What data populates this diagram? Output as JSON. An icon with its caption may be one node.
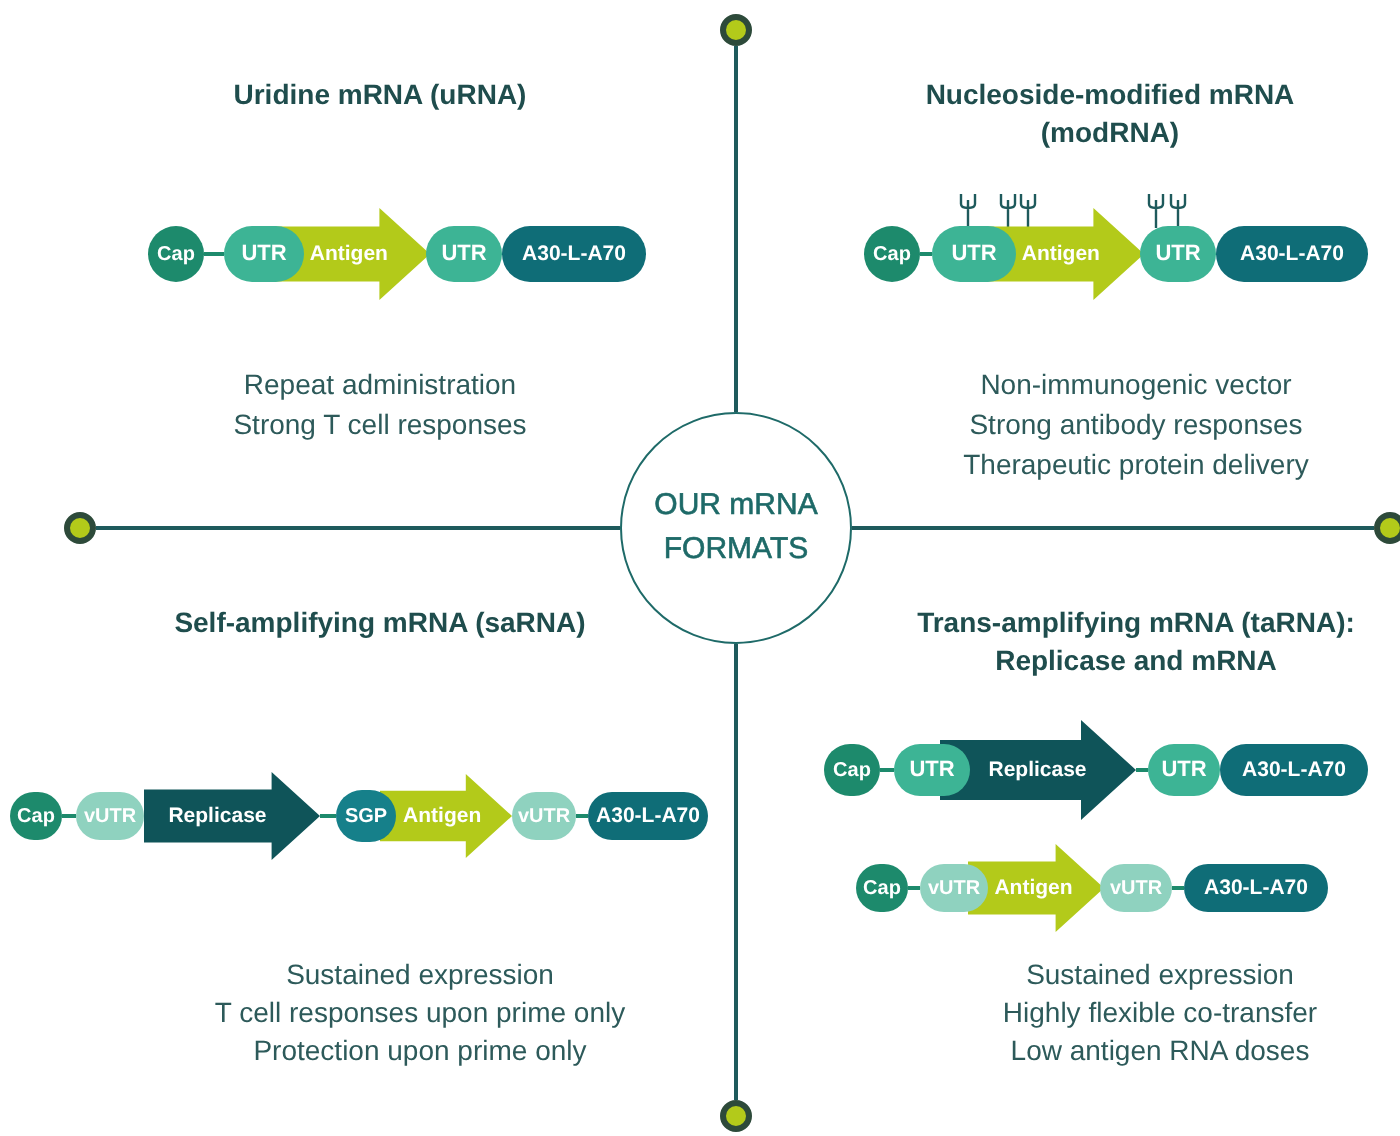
{
  "diagram": {
    "nodes": [
      {
        "text": [
          "OUR mRNA FORMATS"
        ]
      },
      {
        "text": [],
        "shape": "circle"
      },
      {
        "text": [],
        "shape": "circle"
      },
      {
        "text": [],
        "shape": "circle"
      },
      {
        "text": [],
        "shape": "circle"
      },
      {
        "text": [
          "Cap"
        ]
      },
      {
        "text": [
          "UTR"
        ]
      },
      {
        "text": [
          "Antigen"
        ]
      },
      {
        "text": [
          "UTR"
        ]
      },
      {
        "text": [
          "A30-L-A70"
        ]
      },
      {
        "text": [
          "Cap"
        ]
      },
      {
        "text": [
          "UTR"
        ]
      },
      {
        "text": [
          "Antigen"
        ]
      },
      {
        "text": [
          "UTR"
        ]
      },
      {
        "text": [
          "A30-L-A70"
        ]
      },
      {
        "text": [
          "Cap"
        ]
      },
      {
        "text": [
          "vUTR"
        ]
      },
      {
        "text": [
          "Replicase"
        ]
      },
      {
        "text": [
          "SGP"
        ]
      },
      {
        "text": [
          "Antigen"
        ]
      },
      {
        "text": [
          "vUTR"
        ]
      },
      {
        "text": [
          "A30-L-A70"
        ]
      },
      {
        "text": [
          "Cap"
        ]
      },
      {
        "text": [
          "UTR"
        ]
      },
      {
        "text": [
          "Replicase"
        ]
      },
      {
        "text": [
          "UTR"
        ]
      },
      {
        "text": [
          "A30-L-A70"
        ]
      },
      {
        "text": [
          "Cap"
        ]
      },
      {
        "text": [
          "vUTR"
        ]
      },
      {
        "text": [
          "Antigen"
        ]
      },
      {
        "text": [
          "vUTR"
        ]
      },
      {
        "text": [
          "A30-L-A70"
        ]
      }
    ],
    "edges": [
      {
        "from": 0,
        "to": 1,
        "arrow": "none",
        "color": "#1e5a5c"
      },
      {
        "from": 0,
        "to": 2,
        "arrow": "none",
        "color": "#1e5a5c"
      },
      {
        "from": 0,
        "to": 3,
        "arrow": "none",
        "color": "#1e5a5c"
      },
      {
        "from": 0,
        "to": 4,
        "arrow": "none",
        "color": "#1e5a5c"
      },
      {
        "from": 5,
        "to": 6,
        "arrow": "none"
      },
      {
        "from": 10,
        "to": 11,
        "arrow": "none"
      },
      {
        "from": 15,
        "to": 16,
        "arrow": "none"
      },
      {
        "from": 17,
        "to": 18,
        "arrow": "none"
      },
      {
        "from": 20,
        "to": 21,
        "arrow": "none"
      },
      {
        "from": 22,
        "to": 23,
        "arrow": "none"
      },
      {
        "from": 24,
        "to": 25,
        "arrow": "none"
      },
      {
        "from": 27,
        "to": 28,
        "arrow": "none"
      },
      {
        "from": 30,
        "to": 31,
        "arrow": "none"
      }
    ],
    "labels": [
      "Uridine mRNA (uRNA)",
      "Nucleoside-modified mRNA (modRNA)",
      "Repeat administration",
      "Strong T cell responses",
      "Non-immunogenic vector",
      "Strong antibody responses",
      "Therapeutic protein delivery",
      "Self-amplifying mRNA (saRNA)",
      "Trans-amplifying mRNA (taRNA): Replicase and mRNA",
      "Sustained expression",
      "T cell responses upon prime only",
      "Protection upon prime only",
      "Sustained expression",
      "Highly flexible co-transfer",
      "Low antigen RNA doses"
    ]
  }
}
